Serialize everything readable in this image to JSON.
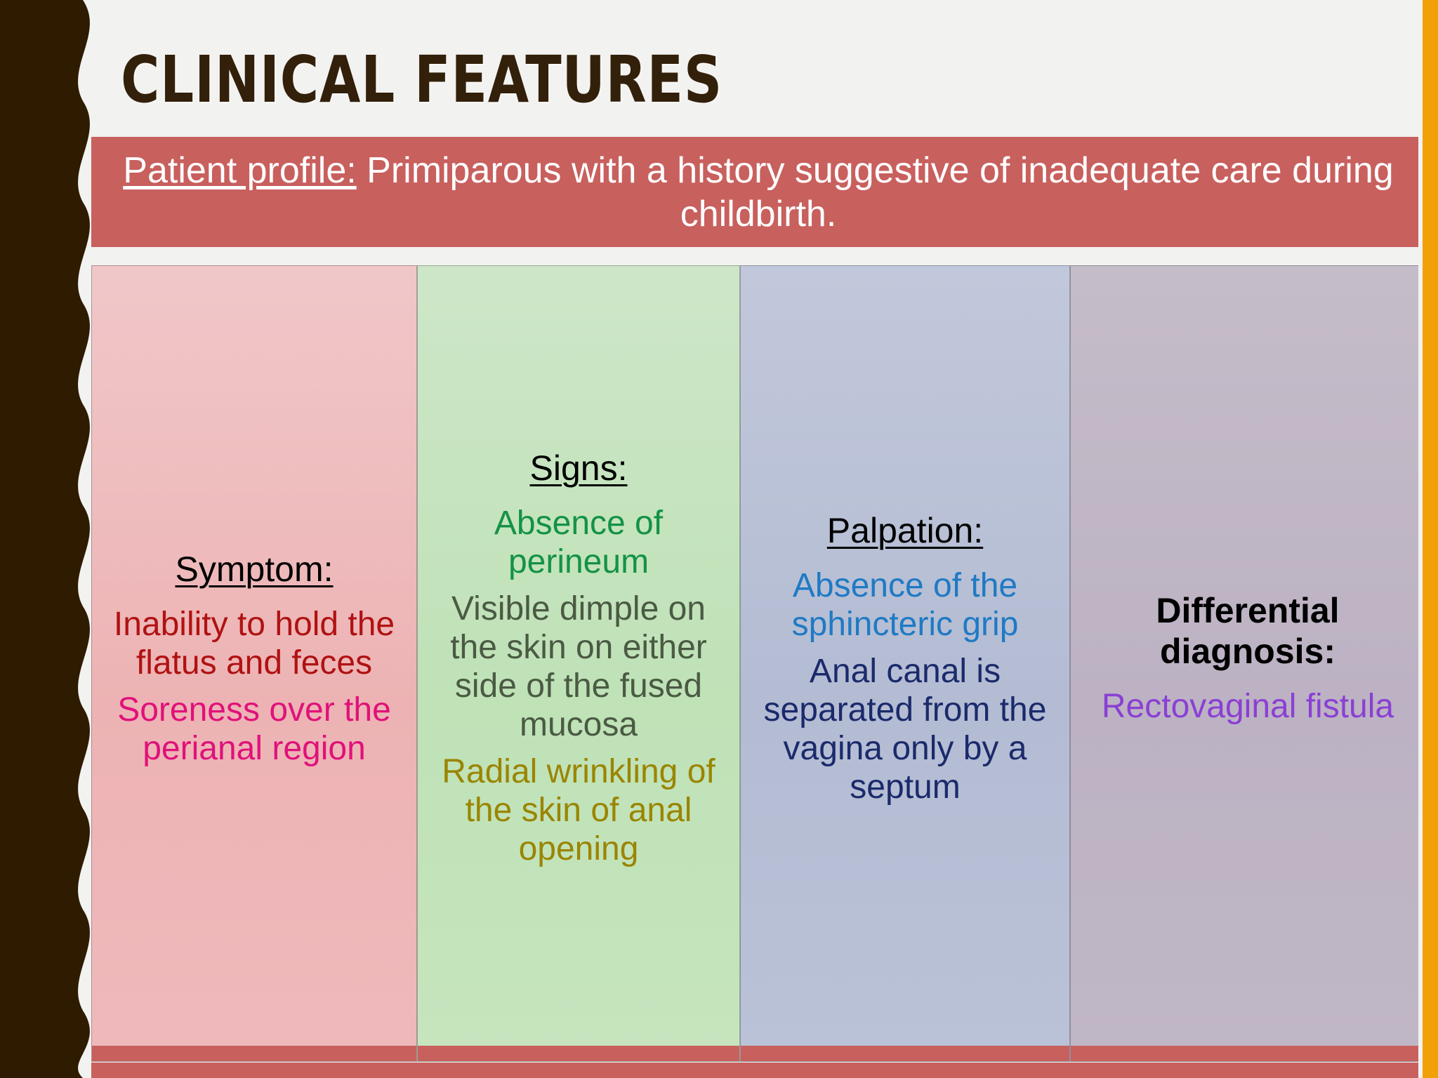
{
  "slide": {
    "title": "CLINICAL FEATURES",
    "banner": {
      "label": "Patient profile:",
      "text": " Primiparous with a history suggestive of inadequate care during childbirth."
    },
    "colors": {
      "title": "#33200A",
      "banner_bg": "#C8605E",
      "left_decoration": "#2E1B00",
      "right_stripe": "#F2A007",
      "col1_bg": "#EDB3B4",
      "col2_bg": "#C6E5BE",
      "col3_bg": "#BAC2D7",
      "col4_bg": "#C0B7C6",
      "symptom_red": "#B01212",
      "soreness_magenta": "#E0117A",
      "signs_green": "#149247",
      "dimple_gray_green": "#4A5A43",
      "radial_olive": "#9A8500",
      "palpation_blue": "#1F7AC4",
      "anal_navy": "#1B2A6B",
      "fistula_purple": "#8B3FD4"
    },
    "columns": [
      {
        "name": "symptom",
        "heading": "Symptom:",
        "heading_underlined": true,
        "heading_bold": false,
        "items": [
          {
            "text": "Inability to hold the flatus and feces",
            "color": "#B01212"
          },
          {
            "text": "Soreness over the perianal region",
            "color": "#E0117A"
          }
        ]
      },
      {
        "name": "signs",
        "heading": "Signs:",
        "heading_underlined": true,
        "heading_bold": false,
        "items": [
          {
            "text": "Absence of perineum",
            "color": "#149247"
          },
          {
            "text": "Visible dimple on the skin on either side of the fused mucosa",
            "color": "#4A5A43"
          },
          {
            "text": "Radial wrinkling of the skin of anal opening",
            "color": "#9A8500"
          }
        ]
      },
      {
        "name": "palpation",
        "heading": "Palpation:",
        "heading_underlined": true,
        "heading_bold": false,
        "items": [
          {
            "text": "Absence of the sphincteric grip",
            "color": "#1F7AC4"
          },
          {
            "text": "Anal canal is separated from the vagina only by a septum",
            "color": "#1B2A6B"
          }
        ]
      },
      {
        "name": "differential-diagnosis",
        "heading": "Differential diagnosis:",
        "heading_underlined": false,
        "heading_bold": true,
        "items": [
          {
            "text": "Rectovaginal fistula",
            "color": "#8B3FD4"
          }
        ]
      }
    ]
  }
}
